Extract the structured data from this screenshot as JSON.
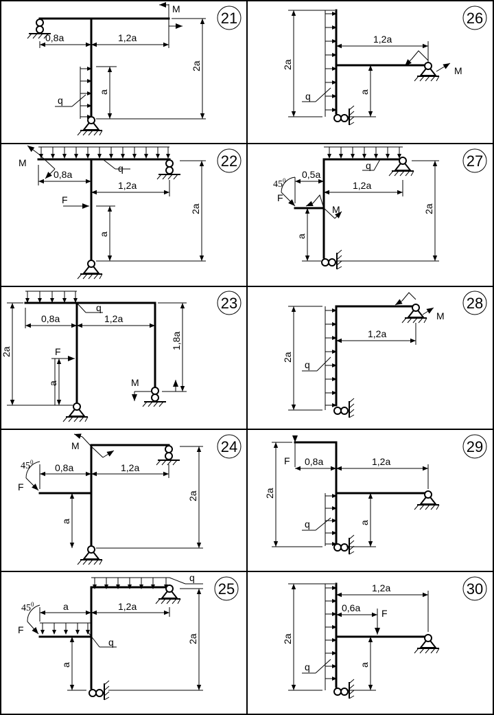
{
  "dim": {
    "a": "a",
    "a08": "0,8a",
    "a12": "1,2a",
    "a2": "2a",
    "a05": "0,5a",
    "a06": "0,6a",
    "a18": "1,8a"
  },
  "load": {
    "q": "q",
    "F": "F",
    "M": "M"
  },
  "angle": {
    "value": "45",
    "unit": "0"
  },
  "problems": [
    {
      "number": "21"
    },
    {
      "number": "22"
    },
    {
      "number": "23"
    },
    {
      "number": "24"
    },
    {
      "number": "25"
    },
    {
      "number": "26"
    },
    {
      "number": "27"
    },
    {
      "number": "28"
    },
    {
      "number": "29"
    },
    {
      "number": "30"
    }
  ]
}
